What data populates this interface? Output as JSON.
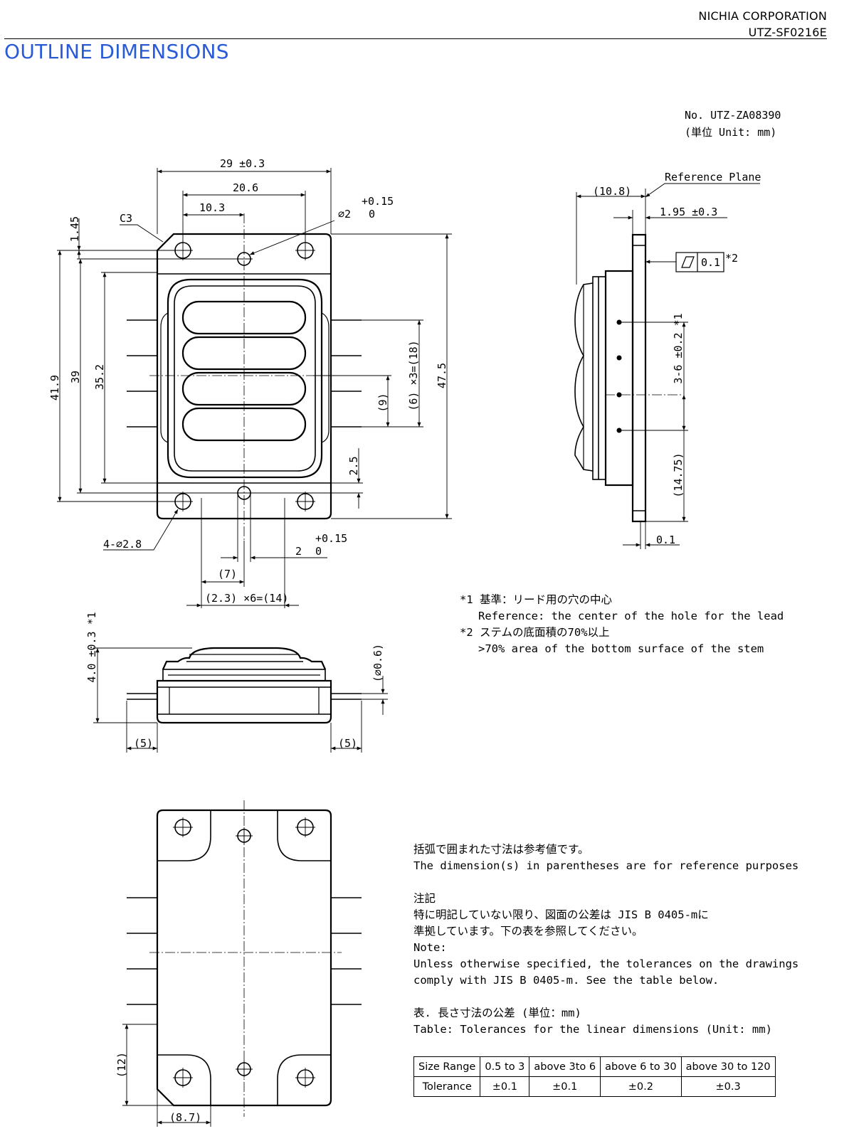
{
  "header": {
    "company": "NICHIA CORPORATION",
    "doc_id": "UTZ-SF0216E",
    "title": "OUTLINE DIMENSIONS"
  },
  "drawing": {
    "number": "No. UTZ-ZA08390",
    "unit": "(単位 Unit: mm)",
    "top_view": {
      "width": "29 ±0.3",
      "pitch_outer": "20.6",
      "pitch_inner": "10.3",
      "chamfer": "C3",
      "offset": "1.45",
      "hole_dia_small": "⌀2",
      "hole_tol_upper": "+0.15",
      "hole_tol_lower": "0",
      "h_41_9": "41.9",
      "h_39": "39",
      "h_35_2": "35.2",
      "pitch_9": "(9)",
      "pitch_18": "(6) ×3=(18)",
      "height_47_5": "47.5",
      "dim_2_5": "2.5",
      "mount_holes": "4-⌀2.8",
      "slot_width": "2",
      "slot_tol_upper": "+0.15",
      "slot_tol_lower": "0",
      "dim_7": "(7)",
      "dim_14": "(2.3) ×6=(14)"
    },
    "side_view": {
      "reference_plane": "Reference Plane",
      "dim_10_8": "(10.8)",
      "dim_1_95": "1.95 ±0.3",
      "flatness_value": "0.1",
      "flatness_note": "*2",
      "lead_pitch": "3-6 ±0.2 *1",
      "dim_14_75": "(14.75)",
      "dim_0_1": "0.1"
    },
    "front_view": {
      "height": "4.0 ±0.3 *1",
      "lead_dia": "(⌀0.6)",
      "lead_left": "(5)",
      "lead_right": "(5)"
    },
    "bottom_view": {
      "dim_12": "(12)",
      "dim_8_7": "(8.7)"
    }
  },
  "notes": {
    "n1_ja": "*1 基準：リード用の穴の中心",
    "n1_en": "Reference: the center of the hole for the lead",
    "n2_ja": "*2 ステムの底面積の70%以上",
    "n2_en": ">70% area of the bottom surface of the stem",
    "paren_ja": "括弧で囲まれた寸法は参考値です。",
    "paren_en": "The dimension(s) in parentheses are for reference purposes",
    "note_ja_head": "注記",
    "note_ja_1": "特に明記していない限り、図面の公差は JIS B 0405-mに",
    "note_ja_2": "準拠しています。下の表を参照してください。",
    "note_en_head": "Note:",
    "note_en_1": "Unless otherwise specified, the tolerances on the drawings",
    "note_en_2": "comply with JIS B 0405-m. See the table below.",
    "table_ja": "表. 長さ寸法の公差 (単位：mm)",
    "table_en": "Table: Tolerances for the linear dimensions (Unit: mm)"
  },
  "tolerance_table": {
    "header": [
      "Size Range",
      "0.5 to 3",
      "above 3to 6",
      "above 6 to 30",
      "above 30 to 120"
    ],
    "row": [
      "Tolerance",
      "±0.1",
      "±0.1",
      "±0.2",
      "±0.3"
    ]
  }
}
